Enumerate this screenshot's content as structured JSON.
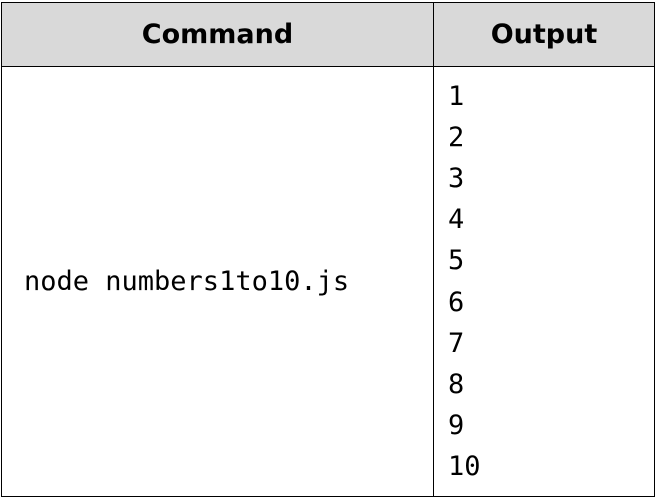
{
  "table": {
    "headers": {
      "command": "Command",
      "output": "Output"
    },
    "row": {
      "command": "node numbers1to10.js",
      "output_lines": [
        "1",
        "2",
        "3",
        "4",
        "5",
        "6",
        "7",
        "8",
        "9",
        "10"
      ]
    }
  },
  "colors": {
    "header_background": "#d9d9d9",
    "border": "#000000",
    "text": "#000000"
  }
}
